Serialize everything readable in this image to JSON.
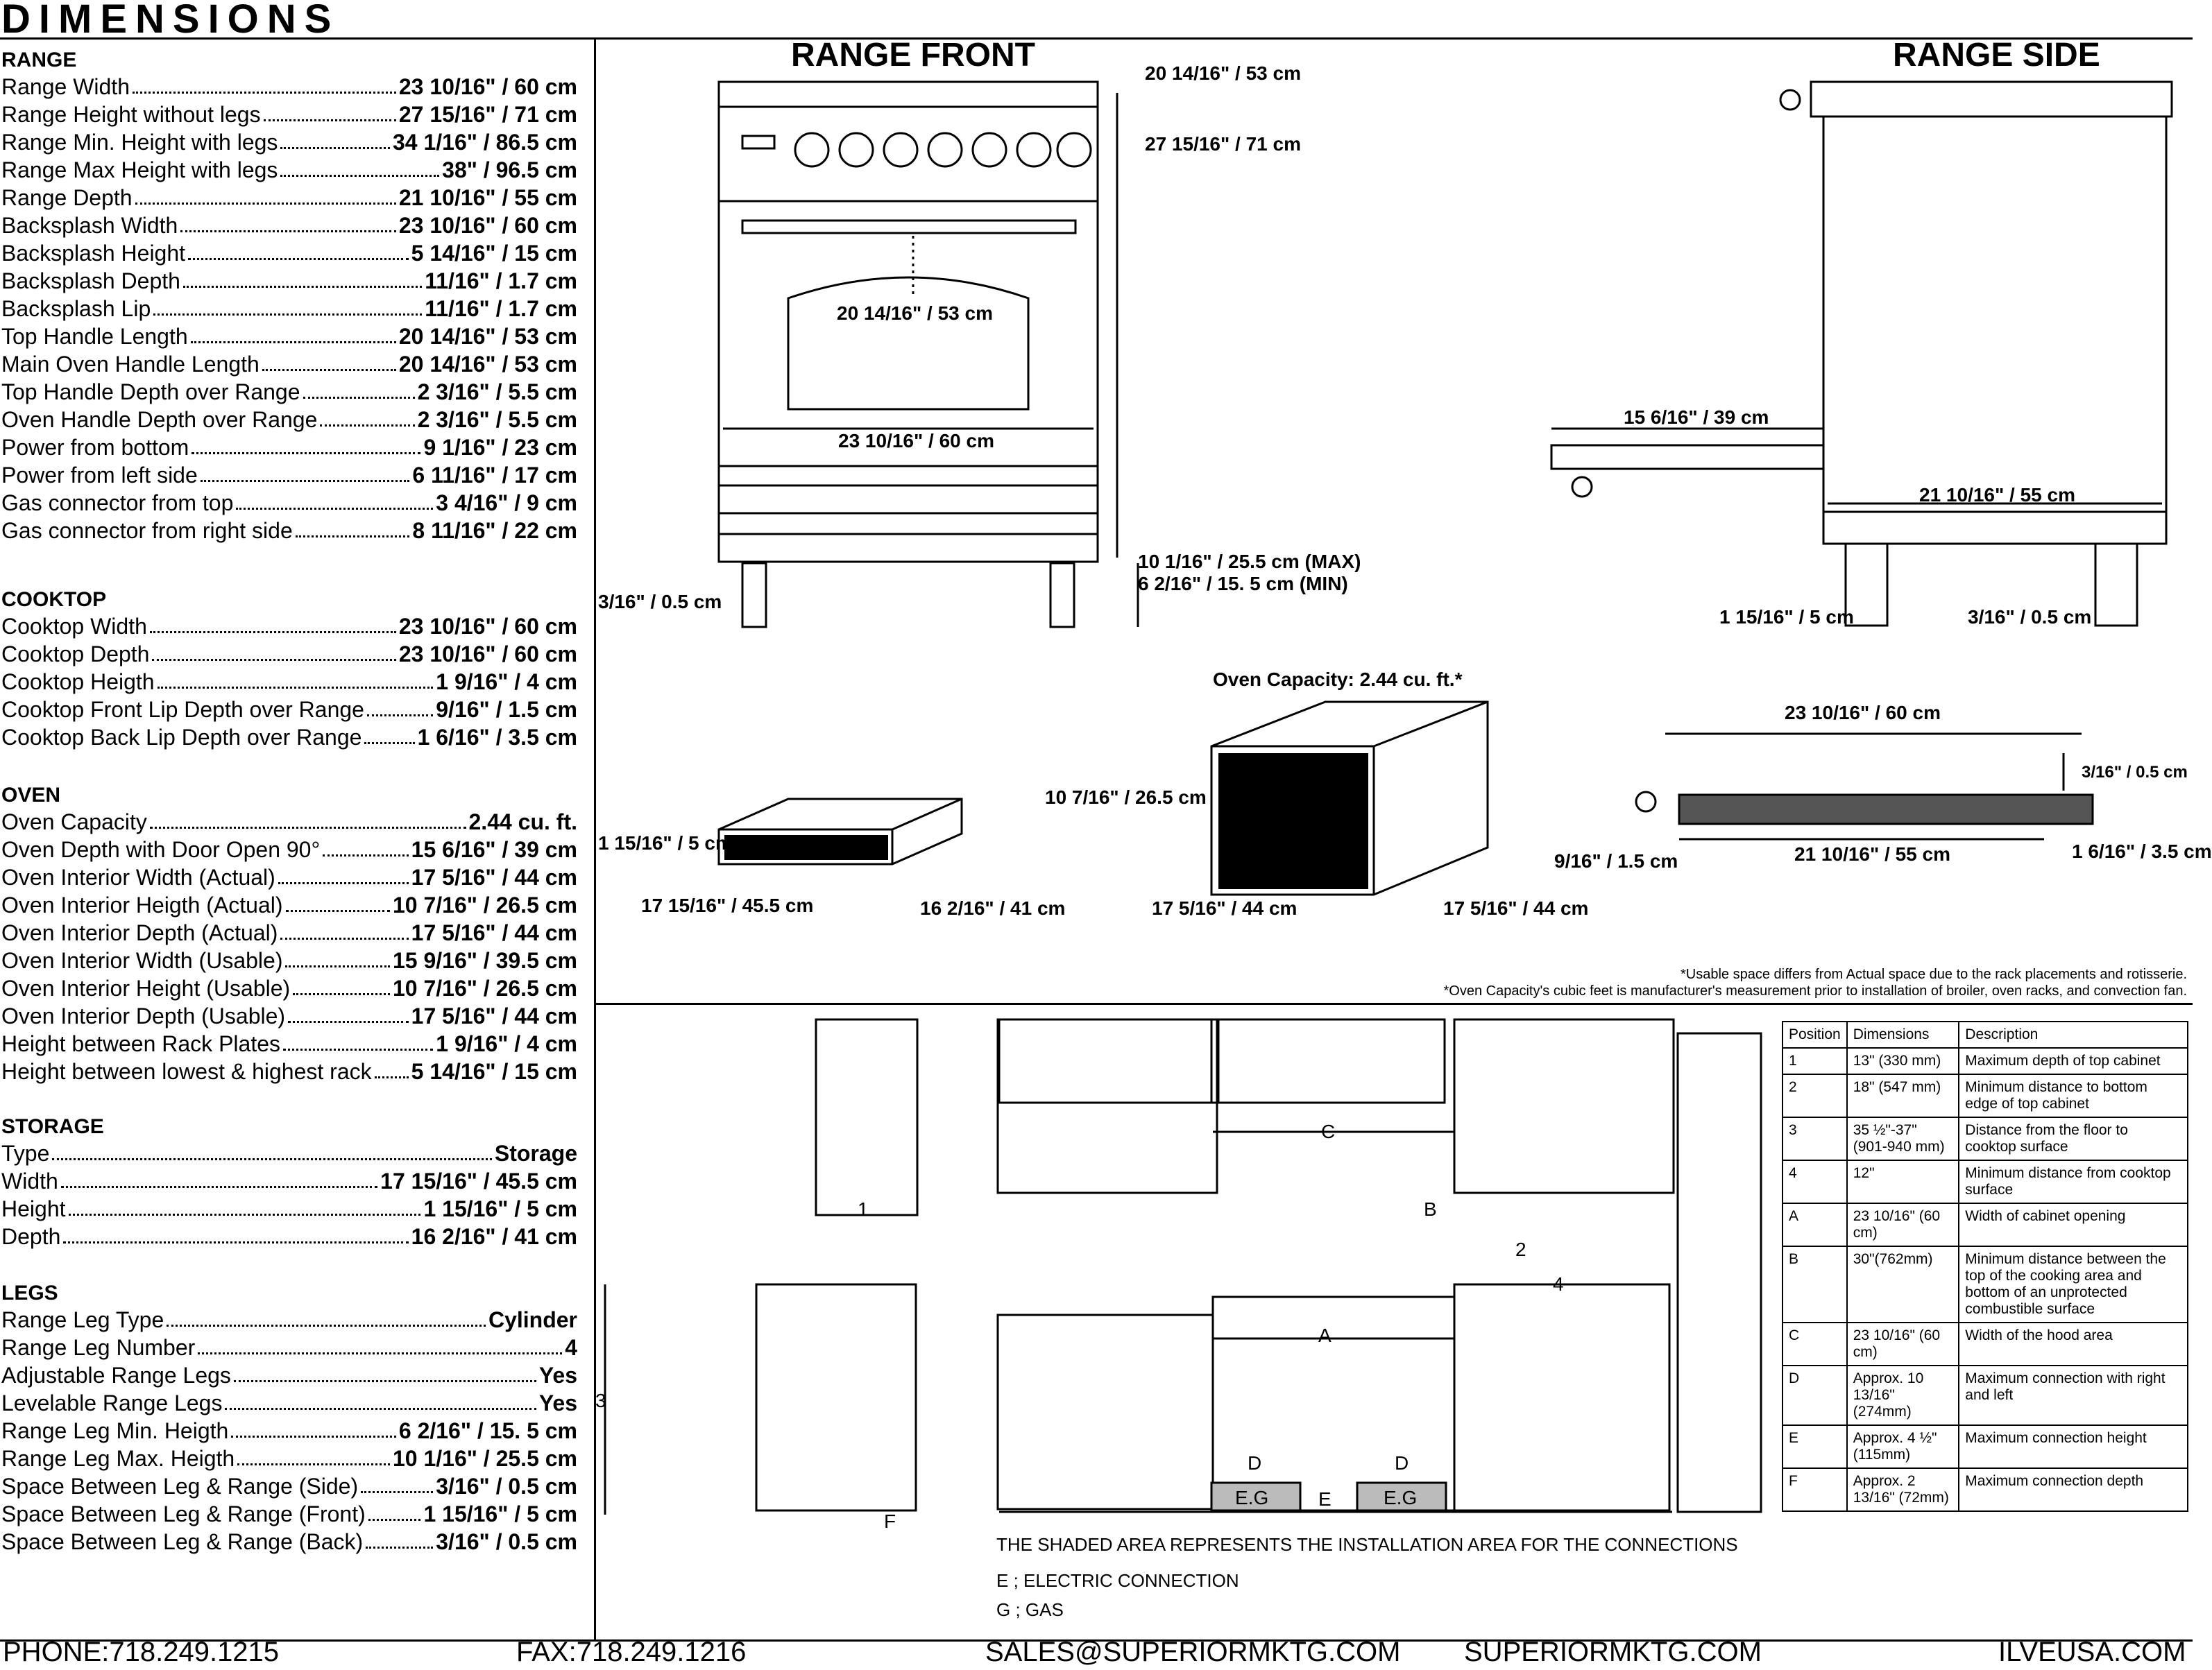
{
  "title": "DIMENSIONS",
  "sections": {
    "range": {
      "title": "RANGE",
      "rows": [
        {
          "label": "Range Width",
          "value": "23 10/16\" / 60 cm"
        },
        {
          "label": "Range Height without legs",
          "value": "27 15/16\" / 71 cm"
        },
        {
          "label": "Range Min. Height with legs",
          "value": "34 1/16\" / 86.5 cm"
        },
        {
          "label": "Range Max Height with legs",
          "value": "38\" / 96.5 cm"
        },
        {
          "label": "Range Depth",
          "value": "21 10/16\" / 55 cm"
        },
        {
          "label": "Backsplash Width",
          "value": "23 10/16\" / 60 cm"
        },
        {
          "label": "Backsplash Height",
          "value": "5 14/16\" / 15 cm"
        },
        {
          "label": "Backsplash Depth",
          "value": "11/16\" / 1.7 cm"
        },
        {
          "label": "Backsplash Lip",
          "value": "11/16\" / 1.7 cm"
        },
        {
          "label": "Top Handle Length",
          "value": "20 14/16\" / 53 cm"
        },
        {
          "label": "Main Oven Handle Length",
          "value": "20 14/16\" / 53 cm"
        },
        {
          "label": "Top Handle Depth over Range",
          "value": "2 3/16\" / 5.5 cm"
        },
        {
          "label": "Oven Handle Depth over Range",
          "value": "2 3/16\" / 5.5 cm"
        },
        {
          "label": "Power from bottom",
          "value": "9 1/16\" / 23 cm"
        },
        {
          "label": "Power from left side",
          "value": "6 11/16\" / 17 cm"
        },
        {
          "label": "Gas connector from top",
          "value": "3 4/16\" / 9 cm"
        },
        {
          "label": "Gas connector from right side",
          "value": "8 11/16\" / 22 cm"
        }
      ]
    },
    "cooktop": {
      "title": "COOKTOP",
      "rows": [
        {
          "label": "Cooktop Width",
          "value": "23 10/16\" / 60 cm"
        },
        {
          "label": "Cooktop Depth",
          "value": "23 10/16\" / 60 cm"
        },
        {
          "label": "Cooktop Heigth",
          "value": "1 9/16\" / 4 cm"
        },
        {
          "label": "Cooktop Front Lip Depth over Range",
          "value": "9/16\" / 1.5 cm"
        },
        {
          "label": "Cooktop Back Lip Depth over Range",
          "value": "1 6/16\" / 3.5 cm"
        }
      ]
    },
    "oven": {
      "title": "OVEN",
      "rows": [
        {
          "label": "Oven Capacity",
          "value": "2.44 cu. ft."
        },
        {
          "label": "Oven Depth with Door Open 90°",
          "value": "15 6/16\" / 39 cm"
        },
        {
          "label": "Oven Interior Width (Actual)",
          "value": "17 5/16\" / 44 cm"
        },
        {
          "label": "Oven Interior Heigth (Actual)",
          "value": "10 7/16\" / 26.5 cm"
        },
        {
          "label": "Oven Interior Depth (Actual)",
          "value": "17 5/16\" / 44 cm"
        },
        {
          "label": "Oven Interior Width (Usable)",
          "value": "15 9/16\" / 39.5 cm"
        },
        {
          "label": "Oven Interior Height (Usable)",
          "value": "10 7/16\" / 26.5 cm"
        },
        {
          "label": "Oven Interior Depth (Usable)",
          "value": "17 5/16\" / 44 cm"
        },
        {
          "label": "Height between Rack Plates",
          "value": "1 9/16\" / 4 cm"
        },
        {
          "label": "Height between lowest & highest rack",
          "value": "5 14/16\" / 15 cm"
        }
      ]
    },
    "storage": {
      "title": "STORAGE",
      "rows": [
        {
          "label": "Type",
          "value": "Storage"
        },
        {
          "label": "Width",
          "value": "17 15/16\" / 45.5 cm"
        },
        {
          "label": "Height",
          "value": "1 15/16\" / 5 cm"
        },
        {
          "label": "Depth",
          "value": "16 2/16\" / 41 cm"
        }
      ]
    },
    "legs": {
      "title": "LEGS",
      "rows": [
        {
          "label": "Range Leg Type",
          "value": "Cylinder"
        },
        {
          "label": "Range Leg Number",
          "value": "4"
        },
        {
          "label": "Adjustable Range Legs",
          "value": "Yes"
        },
        {
          "label": "Levelable Range Legs",
          "value": "Yes"
        },
        {
          "label": "Range Leg Min. Heigth",
          "value": "6 2/16\" / 15. 5 cm"
        },
        {
          "label": "Range Leg Max. Heigth",
          "value": "10 1/16\" / 25.5 cm"
        },
        {
          "label": "Space Between Leg & Range (Side)",
          "value": "3/16\" / 0.5 cm"
        },
        {
          "label": "Space Between Leg & Range (Front)",
          "value": "1 15/16\" / 5 cm"
        },
        {
          "label": "Space Between Leg & Range (Back)",
          "value": "3/16\" / 0.5 cm"
        }
      ]
    }
  },
  "drawings": {
    "front": {
      "title": "RANGE FRONT",
      "d1": "20 14/16\" / 53 cm",
      "d2": "27 15/16\" / 71 cm",
      "d3": "20 14/16\" / 53 cm",
      "d4": "23 10/16\" / 60 cm",
      "d5": "10 1/16\" / 25.5 cm (MAX)",
      "d6": "6 2/16\" / 15. 5 cm (MIN)",
      "d7": "3/16\" / 0.5 cm"
    },
    "side": {
      "title": "RANGE SIDE",
      "d1": "15 6/16\" / 39 cm",
      "d2": "21 10/16\" / 55 cm",
      "d3": "1 15/16\" / 5 cm",
      "d4": "3/16\" / 0.5 cm"
    },
    "storage": {
      "d1": "1 15/16\" / 5 cm",
      "d2": "17 15/16\" / 45.5 cm",
      "d3": "16 2/16\" / 41 cm"
    },
    "oven": {
      "title": "Oven Capacity: 2.44 cu. ft.*",
      "d1": "10 7/16\" / 26.5 cm",
      "d2": "17 5/16\" / 44 cm",
      "d3": "17 5/16\" / 44 cm"
    },
    "cooktop": {
      "d1": "23 10/16\" / 60 cm",
      "d2": "3/16\" / 0.5 cm",
      "d3": "9/16\" / 1.5 cm",
      "d4": "21 10/16\" / 55 cm",
      "d5": "1 6/16\" / 3.5 cm"
    },
    "notes": [
      "*Usable space differs from Actual space due to the rack placements and rotisserie.",
      "*Oven Capacity's cubic feet is manufacturer's measurement prior to installation of broiler, oven racks, and convection fan."
    ],
    "install": {
      "markers": [
        "1",
        "2",
        "3",
        "4",
        "A",
        "B",
        "C",
        "D",
        "D",
        "E",
        "F"
      ],
      "eg": [
        "E.G",
        "E.G"
      ],
      "shaded_text": "THE SHADED AREA REPRESENTS THE INSTALLATION AREA FOR THE CONNECTIONS",
      "legend_e": "E ; ELECTRIC CONNECTION",
      "legend_g": "G ; GAS"
    }
  },
  "position_table": {
    "headers": [
      "Position",
      "Dimensions",
      "Description"
    ],
    "rows": [
      {
        "pos": "1",
        "dim": "13\" (330 mm)",
        "desc": "Maximum depth of top cabinet"
      },
      {
        "pos": "2",
        "dim": "18\" (547 mm)",
        "desc": "Minimum distance to bottom edge of top cabinet"
      },
      {
        "pos": "3",
        "dim": "35 ½\"-37\" (901-940 mm)",
        "desc": "Distance from the floor to cooktop surface"
      },
      {
        "pos": "4",
        "dim": "12\"",
        "desc": "Minimum distance from cooktop surface"
      },
      {
        "pos": "A",
        "dim": "23 10/16\" (60 cm)",
        "desc": "Width of cabinet opening"
      },
      {
        "pos": "B",
        "dim": "30\"(762mm)",
        "desc": "Minimum distance between the top of the cooking area and bottom of an unprotected combustible surface"
      },
      {
        "pos": "C",
        "dim": "23 10/16\" (60 cm)",
        "desc": "Width of the hood area"
      },
      {
        "pos": "D",
        "dim": "Approx. 10 13/16\" (274mm)",
        "desc": "Maximum connection with right and left"
      },
      {
        "pos": "E",
        "dim": "Approx. 4 ½\" (115mm)",
        "desc": "Maximum connection height"
      },
      {
        "pos": "F",
        "dim": "Approx. 2 13/16\" (72mm)",
        "desc": "Maximum connection depth"
      }
    ]
  },
  "footer": {
    "phone": "PHONE:718.249.1215",
    "fax": "FAX:718.249.1216",
    "email": "SALES@SUPERIORMKTG.COM",
    "site1": "SUPERIORMKTG.COM",
    "site2": "ILVEUSA.COM"
  }
}
